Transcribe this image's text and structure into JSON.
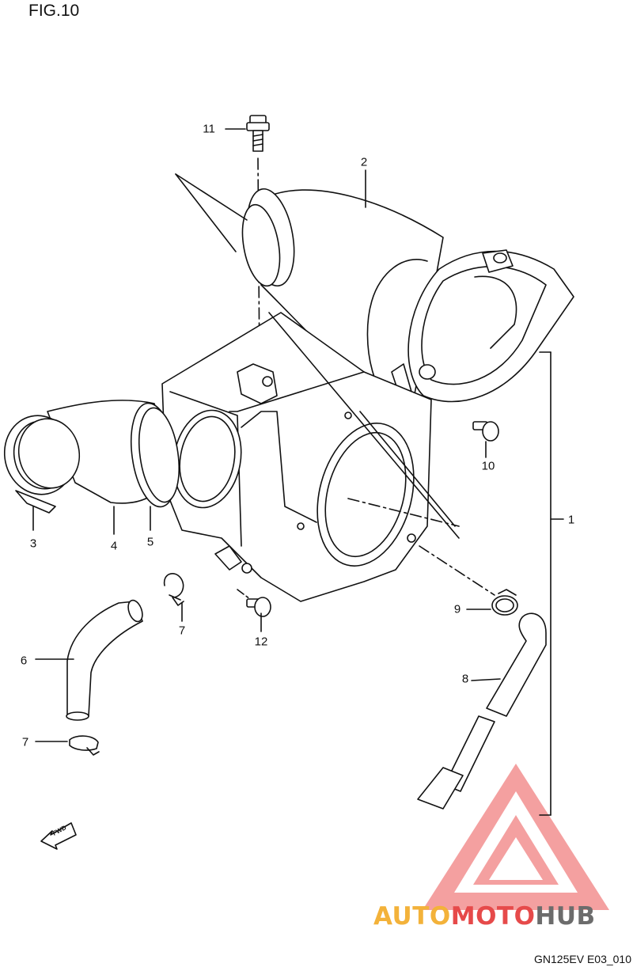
{
  "figure": {
    "title": "FIG.10",
    "code": "GN125EV E03_010"
  },
  "callouts": [
    {
      "id": "c1",
      "text": "1"
    },
    {
      "id": "c2",
      "text": "2"
    },
    {
      "id": "c3",
      "text": "3"
    },
    {
      "id": "c4",
      "text": "4"
    },
    {
      "id": "c5",
      "text": "5"
    },
    {
      "id": "c6",
      "text": "6"
    },
    {
      "id": "c7a",
      "text": "7"
    },
    {
      "id": "c7b",
      "text": "7"
    },
    {
      "id": "c8",
      "text": "8"
    },
    {
      "id": "c9",
      "text": "9"
    },
    {
      "id": "c10",
      "text": "10"
    },
    {
      "id": "c11",
      "text": "11"
    },
    {
      "id": "c12",
      "text": "12"
    }
  ],
  "fwd_label": "FWD",
  "watermark": {
    "part_a": "AUTO",
    "part_b": "MOTO",
    "part_c": "HUB",
    "colors": {
      "auto": "#f3b23a",
      "moto": "#e64a4a",
      "hub": "#6c6c6c",
      "logo": "#f4a0a0"
    }
  }
}
